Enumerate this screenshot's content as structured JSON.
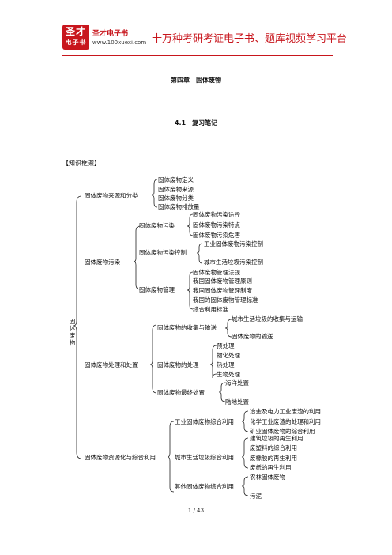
{
  "header": {
    "logo_line1": "圣才",
    "logo_line2": "电子书",
    "brand": "圣才电子书",
    "url": "www.100xuexi.com",
    "slogan": "十万种考研考证电子书、题库视频学习平台"
  },
  "chapter_title": "第四章　固体废物",
  "section_title": "4.1　复习笔记",
  "framework_label": "【知识框架】",
  "mindmap": {
    "root": "固体废物",
    "branches": [
      {
        "label": "固体废物来源和分类",
        "items": [
          "固体废物定义",
          "固体废物来源",
          "固体废物分类",
          "固体废物排放量"
        ]
      },
      {
        "label": "固体废物污染",
        "subs": [
          {
            "label": "固体废物污染",
            "items": [
              "固体废物污染途径",
              "固体废物污染特点",
              "固体废物污染危害"
            ]
          },
          {
            "label": "固体废物污染控制",
            "items": [
              "工业固体废物污染控制",
              "城市生活垃圾污染控制"
            ]
          },
          {
            "label": "固体废物管理",
            "items": [
              "固体废物管理法规",
              "我国固体废物管理原则",
              "我国固体废物管理制度",
              "我国的固体废物管理标准",
              "综合利用标准"
            ]
          }
        ]
      },
      {
        "label": "固体废物处理和处置",
        "subs": [
          {
            "label": "固体废物的收集与输送",
            "items": [
              "城市生活垃圾的收集与运输",
              "固体废物的输送"
            ]
          },
          {
            "label": "固体废物的处理",
            "items": [
              "预处理",
              "物化处理",
              "热处理",
              "生物处理"
            ]
          },
          {
            "label": "固体废物最终处置",
            "items": [
              "海洋处置",
              "陆地处置"
            ]
          }
        ]
      },
      {
        "label": "固体废物资源化与综合利用",
        "subs": [
          {
            "label": "工业固体废物综合利用",
            "items": [
              "冶金及电力工业废渣的利用",
              "化学工业废渣的处理和利用",
              "矿业固体废物的综合利用"
            ]
          },
          {
            "label": "城市生活垃圾综合利用",
            "items": [
              "建筑垃圾的再生利用",
              "废塑料的综合利用",
              "废橡胶的再生利用",
              "废纸的再生利用"
            ]
          },
          {
            "label": "其他固体废物综合利用",
            "items": [
              "农林固体废物",
              "污泥"
            ]
          }
        ]
      }
    ]
  },
  "page_number": "1 / 43"
}
